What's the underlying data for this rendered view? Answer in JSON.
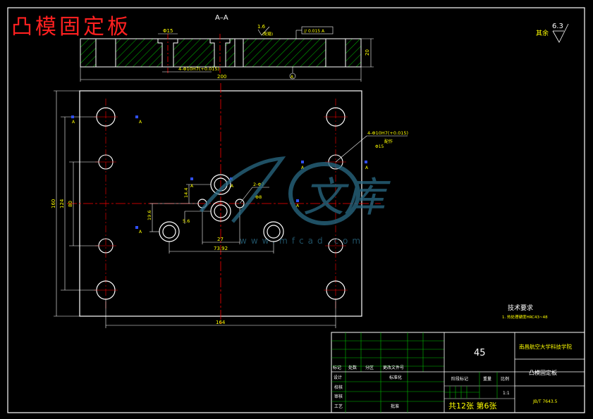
{
  "drawing": {
    "title": "凸模固定板",
    "section_label": "A–A",
    "colors": {
      "background": "#000000",
      "border": "#ffffff",
      "title": "#ff2020",
      "dimension": "#ffff00",
      "center_line": "#ff0000",
      "hatch": "#00c000",
      "datum": "#3050ff",
      "table_grid": "#00c000"
    }
  },
  "section_view": {
    "roughness": "1.6",
    "roughness_note": "(配磨)",
    "tolerance_frame": "// 0.015 A",
    "hole_dim": "Φ15",
    "hole_spec": "4-Φ10H7(+0.015)",
    "width_dim": "200",
    "height_dim": "20",
    "datum": "A"
  },
  "plan_view": {
    "dim_height": "160",
    "dim_mid": "124",
    "dim_inner": "80",
    "dim_width": "164",
    "dim_27": "27",
    "dim_7392": "73.92",
    "dim_196": "19.6",
    "dim_144": "14.4",
    "dim_56": "5.6",
    "hole_note": "4-Φ10H7(+0.015)",
    "hole_note_2": "配作",
    "hole_note_3": "Φ15",
    "pin_note": "2-Φ7",
    "pin_note_2": "Φ8",
    "datum": "A"
  },
  "roughness_other": {
    "label": "其余",
    "value": "6.3"
  },
  "tech_req": {
    "title": "技术要求",
    "item": "1. 热处理硬度HRC43~48"
  },
  "title_block": {
    "material": "45",
    "school": "南昌航空大学科技学院",
    "part_name": "凸模固定板",
    "drawing_no": "JB/T 7643.5",
    "sheets": "共12张 第6张",
    "scale": "1:1",
    "row_labels": [
      "标记",
      "处数",
      "分区",
      "更改文件号"
    ],
    "design": "设计",
    "standard": "标准化",
    "review": "审核",
    "check": "校核",
    "process": "工艺",
    "approve": "批准",
    "stage_label": "阶段标记",
    "weight_label": "重量",
    "scale_label": "比例"
  },
  "watermark": {
    "brand": "文库",
    "url": "www.mfcad.com"
  }
}
